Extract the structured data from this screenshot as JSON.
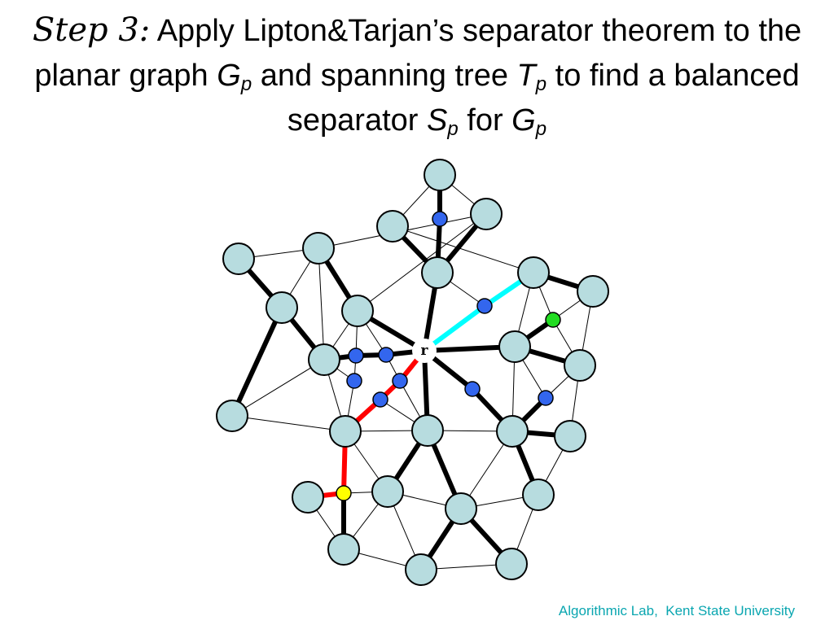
{
  "slide": {
    "title": {
      "step": "Step 3:",
      "part1": " Apply Lipton&Tarjan’s separator theorem to the planar graph ",
      "g1": "G",
      "p1": "p",
      "part2": " and spanning tree ",
      "t": "T",
      "p2": "p",
      "part3": " to find a balanced separator ",
      "s": "S",
      "p3": "p",
      "part4": " for ",
      "g2": "G",
      "p4": "p"
    },
    "root_label": "r",
    "footer": "Algorithmic Lab,  Kent State University"
  },
  "colors": {
    "node_fill": "#b7dcdf",
    "blue_node": "#3366ee",
    "green_node": "#22dd22",
    "yellow_node": "#ffff00",
    "separator_red": "#ff0000",
    "separator_cyan": "#00ffff",
    "footer_text": "#0aa6b0"
  },
  "graph": {
    "nodes": [
      {
        "id": "n1",
        "type": "big"
      },
      {
        "id": "n2",
        "type": "big"
      },
      {
        "id": "n3",
        "type": "big"
      },
      {
        "id": "n4",
        "type": "big"
      },
      {
        "id": "n5",
        "type": "big"
      },
      {
        "id": "n6",
        "type": "big"
      },
      {
        "id": "n7",
        "type": "big"
      },
      {
        "id": "n8",
        "type": "big"
      },
      {
        "id": "n9",
        "type": "big"
      },
      {
        "id": "n10",
        "type": "big"
      },
      {
        "id": "n11",
        "type": "big"
      },
      {
        "id": "n12",
        "type": "big"
      },
      {
        "id": "n13",
        "type": "big"
      },
      {
        "id": "n14",
        "type": "big"
      },
      {
        "id": "n15",
        "type": "big"
      },
      {
        "id": "n16",
        "type": "big"
      },
      {
        "id": "n17",
        "type": "big"
      },
      {
        "id": "n18",
        "type": "big"
      },
      {
        "id": "n19",
        "type": "big"
      },
      {
        "id": "n20",
        "type": "big"
      },
      {
        "id": "n21",
        "type": "big"
      },
      {
        "id": "n22",
        "type": "big"
      },
      {
        "id": "n23",
        "type": "big"
      },
      {
        "id": "n24",
        "type": "big"
      },
      {
        "id": "n25",
        "type": "big"
      },
      {
        "id": "r",
        "type": "root"
      },
      {
        "id": "b1",
        "type": "blue"
      },
      {
        "id": "b2",
        "type": "blue"
      },
      {
        "id": "b3",
        "type": "blue"
      },
      {
        "id": "b4",
        "type": "blue"
      },
      {
        "id": "b5",
        "type": "blue"
      },
      {
        "id": "b6",
        "type": "blue"
      },
      {
        "id": "b7",
        "type": "blue"
      },
      {
        "id": "b8",
        "type": "blue"
      },
      {
        "id": "b9",
        "type": "blue"
      },
      {
        "id": "g1",
        "type": "green"
      },
      {
        "id": "y1",
        "type": "yellow"
      }
    ],
    "edges": [
      {
        "a": "n1",
        "b": "b1",
        "style": "thick"
      },
      {
        "a": "b1",
        "b": "n4",
        "style": "thick"
      },
      {
        "a": "n2",
        "b": "n4",
        "style": "thick"
      },
      {
        "a": "n3",
        "b": "n4",
        "style": "thick"
      },
      {
        "a": "n4",
        "b": "r",
        "style": "thick"
      },
      {
        "a": "n6",
        "b": "n7",
        "style": "thick"
      },
      {
        "a": "n7",
        "b": "r",
        "style": "thick"
      },
      {
        "a": "n5",
        "b": "n9",
        "style": "thick"
      },
      {
        "a": "n9",
        "b": "n10",
        "style": "thick"
      },
      {
        "a": "n9",
        "b": "n11",
        "style": "thick"
      },
      {
        "a": "n10",
        "b": "b2",
        "style": "thick"
      },
      {
        "a": "b2",
        "b": "b3",
        "style": "thick"
      },
      {
        "a": "b3",
        "b": "r",
        "style": "thick"
      },
      {
        "a": "n13",
        "b": "r",
        "style": "thick"
      },
      {
        "a": "n13",
        "b": "g1",
        "style": "thick"
      },
      {
        "a": "n13",
        "b": "n14",
        "style": "thick"
      },
      {
        "a": "n8",
        "b": "n12",
        "style": "thick"
      },
      {
        "a": "r",
        "b": "n16",
        "style": "thick"
      },
      {
        "a": "n16",
        "b": "n19",
        "style": "thick"
      },
      {
        "a": "n16",
        "b": "n21",
        "style": "thick"
      },
      {
        "a": "r",
        "b": "b8",
        "style": "thick"
      },
      {
        "a": "b8",
        "b": "n17",
        "style": "thick"
      },
      {
        "a": "n17",
        "b": "b9",
        "style": "thick"
      },
      {
        "a": "n17",
        "b": "n18",
        "style": "thick"
      },
      {
        "a": "n17",
        "b": "n22",
        "style": "thick"
      },
      {
        "a": "n21",
        "b": "n24",
        "style": "thick"
      },
      {
        "a": "n21",
        "b": "n25",
        "style": "thick"
      },
      {
        "a": "y1",
        "b": "n23",
        "style": "thick"
      },
      {
        "a": "n15",
        "b": "y1",
        "style": "red"
      },
      {
        "a": "y1",
        "b": "n20",
        "style": "red"
      },
      {
        "a": "n15",
        "b": "b7",
        "style": "red"
      },
      {
        "a": "b7",
        "b": "b5",
        "style": "red"
      },
      {
        "a": "b5",
        "b": "r",
        "style": "red"
      },
      {
        "a": "r",
        "b": "b6",
        "style": "cyan"
      },
      {
        "a": "b6",
        "b": "n12",
        "style": "cyan"
      },
      {
        "a": "n1",
        "b": "n2",
        "style": "thin"
      },
      {
        "a": "n1",
        "b": "n3",
        "style": "thin"
      },
      {
        "a": "n2",
        "b": "n12",
        "style": "thin"
      },
      {
        "a": "n3",
        "b": "n6",
        "style": "thin"
      },
      {
        "a": "n6",
        "b": "n5",
        "style": "thin"
      },
      {
        "a": "n5",
        "b": "n9",
        "style": "thin"
      },
      {
        "a": "n9",
        "b": "n10",
        "style": "thin"
      },
      {
        "a": "n6",
        "b": "n9",
        "style": "thin"
      },
      {
        "a": "n3",
        "b": "n7",
        "style": "thin"
      },
      {
        "a": "n6",
        "b": "n10",
        "style": "thin"
      },
      {
        "a": "n7",
        "b": "n10",
        "style": "thin"
      },
      {
        "a": "n7",
        "b": "b3",
        "style": "thin"
      },
      {
        "a": "n7",
        "b": "b2",
        "style": "thin"
      },
      {
        "a": "n4",
        "b": "b6",
        "style": "thin"
      },
      {
        "a": "n12",
        "b": "n8",
        "style": "thin"
      },
      {
        "a": "n12",
        "b": "g1",
        "style": "thin"
      },
      {
        "a": "n8",
        "b": "g1",
        "style": "thin"
      },
      {
        "a": "g1",
        "b": "n14",
        "style": "thin"
      },
      {
        "a": "n8",
        "b": "n14",
        "style": "thin"
      },
      {
        "a": "n12",
        "b": "n13",
        "style": "thin"
      },
      {
        "a": "n13",
        "b": "b9",
        "style": "thin"
      },
      {
        "a": "n14",
        "b": "b9",
        "style": "thin"
      },
      {
        "a": "n14",
        "b": "n18",
        "style": "thin"
      },
      {
        "a": "n13",
        "b": "n17",
        "style": "thin"
      },
      {
        "a": "n10",
        "b": "b4",
        "style": "thin"
      },
      {
        "a": "b4",
        "b": "b2",
        "style": "thin"
      },
      {
        "a": "b4",
        "b": "n15",
        "style": "thin"
      },
      {
        "a": "n10",
        "b": "n15",
        "style": "thin"
      },
      {
        "a": "b3",
        "b": "b5",
        "style": "thin"
      },
      {
        "a": "b5",
        "b": "n16",
        "style": "thin"
      },
      {
        "a": "b7",
        "b": "n16",
        "style": "thin"
      },
      {
        "a": "n15",
        "b": "n16",
        "style": "thin"
      },
      {
        "a": "n16",
        "b": "n17",
        "style": "thin"
      },
      {
        "a": "n15",
        "b": "n19",
        "style": "thin"
      },
      {
        "a": "n16",
        "b": "n21",
        "style": "thin"
      },
      {
        "a": "n17",
        "b": "n21",
        "style": "thin"
      },
      {
        "a": "n17",
        "b": "n22",
        "style": "thin"
      },
      {
        "a": "n18",
        "b": "n22",
        "style": "thin"
      },
      {
        "a": "n21",
        "b": "n22",
        "style": "thin"
      },
      {
        "a": "n19",
        "b": "n21",
        "style": "thin"
      },
      {
        "a": "n19",
        "b": "n23",
        "style": "thin"
      },
      {
        "a": "n19",
        "b": "n24",
        "style": "thin"
      },
      {
        "a": "n21",
        "b": "n25",
        "style": "thin"
      },
      {
        "a": "n23",
        "b": "n24",
        "style": "thin"
      },
      {
        "a": "n24",
        "b": "n25",
        "style": "thin"
      },
      {
        "a": "n20",
        "b": "n23",
        "style": "thin"
      },
      {
        "a": "y1",
        "b": "n19",
        "style": "thin"
      },
      {
        "a": "n15",
        "b": "y1",
        "style": "thin"
      },
      {
        "a": "n11",
        "b": "n10",
        "style": "thin"
      },
      {
        "a": "n11",
        "b": "n15",
        "style": "thin"
      },
      {
        "a": "n22",
        "b": "n25",
        "style": "thin"
      },
      {
        "a": "r",
        "b": "n12",
        "style": "thin"
      }
    ]
  }
}
